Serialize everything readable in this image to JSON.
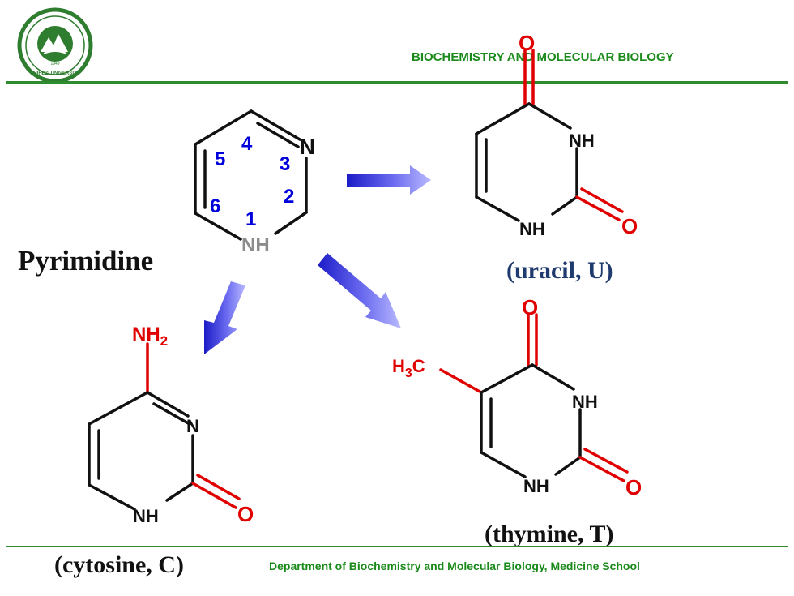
{
  "header": {
    "title": "BIOCHEMISTRY AND MOLECULAR BIOLOGY",
    "logo_text": "SHIHEZI UNIVERSITY",
    "logo_year": "1949"
  },
  "pyrimidine": {
    "name": "Pyrimidine",
    "n_top": "N",
    "nh_bottom": "NH",
    "numbers": [
      "1",
      "2",
      "3",
      "4",
      "5",
      "6"
    ]
  },
  "uracil": {
    "o_top": "O",
    "nh_right": "NH",
    "nh_bottom": "NH",
    "o_right": "O",
    "caption": "(uracil, U)"
  },
  "cytosine": {
    "nh2_base": "NH",
    "nh2_sub": "2",
    "n_right": "N",
    "nh_bottom": "NH",
    "o_right": "O",
    "caption": "(cytosine, C)"
  },
  "thymine": {
    "h3c_h": "H",
    "h3c_sub": "3",
    "h3c_c": "C",
    "o_top": "O",
    "nh_right": "NH",
    "nh_bottom": "NH",
    "o_right": "O",
    "caption": "(thymine, T)"
  },
  "footer": {
    "text": "Department of Biochemistry and Molecular Biology, Medicine School"
  },
  "colors": {
    "green": "#1a8a1a",
    "red": "#e00000",
    "blue": "#0000dd",
    "navy": "#1f3a6e",
    "gray": "#8c8c8c"
  }
}
